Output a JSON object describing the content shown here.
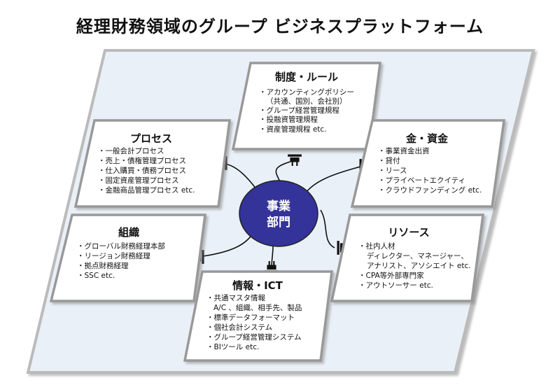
{
  "title": "経理財務領域のグループ ビジネスプラットフォーム",
  "hub": {
    "line1": "事業",
    "line2": "部門"
  },
  "boxes": {
    "rules": {
      "title": "制度・ルール",
      "items": [
        "・アカウンティングポリシー",
        "（共通、国別、会社別）",
        "・グループ経営管理規程",
        "・投融資管理規程",
        "・資産管理規程 etc."
      ]
    },
    "process": {
      "title": "プロセス",
      "items": [
        "・一般会計プロセス",
        "・売上・債権管理プロセス",
        "・仕入購買・債務プロセス",
        "・固定資産管理プロセス",
        "・金融商品管理プロセス etc."
      ]
    },
    "money": {
      "title": "金・資金",
      "items": [
        "・事業資金出資",
        "・貸付",
        "・リース",
        "・プライベートエクイティ",
        "・クラウドファンディング etc."
      ]
    },
    "org": {
      "title": "組織",
      "items": [
        "・グローバル財務経理本部",
        "・リージョン財務経理",
        "・拠点財務経理",
        "・SSC etc."
      ]
    },
    "resource": {
      "title": "リソース",
      "items": [
        "・社内人材",
        "ディレクター、マネージャー、",
        "アナリスト、アソシエイト etc.",
        "・CPA等外部専門家",
        "・アウトソーサー etc."
      ]
    },
    "ict": {
      "title": "情報・ICT",
      "items": [
        "・共通マスタ情報",
        "A/C 、組織、相手先、製品",
        "・標準データフォーマット",
        "・個社会計システム",
        "・グループ経営管理システム",
        "・BIツール etc."
      ]
    }
  },
  "colors": {
    "platform_fill": "#eaf0f8",
    "platform_border": "#bbbbbb",
    "hub_fill": "#333399",
    "box_border": "#999999",
    "cable": "#111111"
  }
}
